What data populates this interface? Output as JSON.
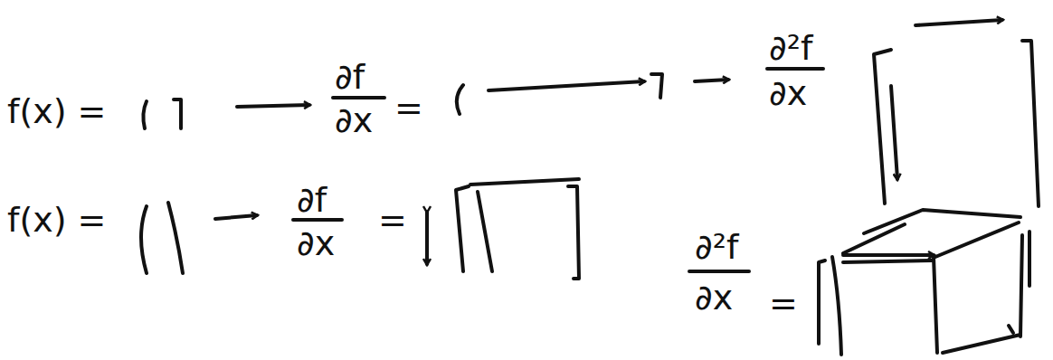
{
  "diagram": {
    "labels": [
      "f(x) =",
      "∂f",
      "∂x",
      "=",
      "∂²f",
      "∂x",
      "f(x) =",
      "∂f",
      "∂x",
      "=",
      "∂²f",
      "∂x",
      "="
    ]
  }
}
